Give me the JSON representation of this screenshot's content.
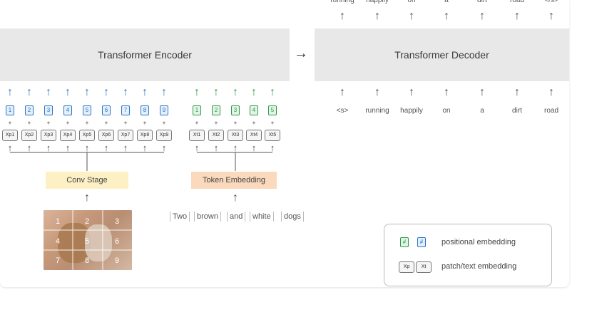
{
  "decoder_outputs": [
    "running",
    "happily",
    "on",
    "a",
    "dirt",
    "road",
    "</s>"
  ],
  "encoder": {
    "title": "Transformer Encoder"
  },
  "connector_arrow": "→",
  "decoder": {
    "title": "Transformer Decoder"
  },
  "decoder_inputs": [
    "<s>",
    "running",
    "happily",
    "on",
    "a",
    "dirt",
    "road"
  ],
  "image_positions": [
    "1",
    "2",
    "3",
    "4",
    "5",
    "6",
    "7",
    "8",
    "9"
  ],
  "image_patches": [
    "Xp1",
    "Xp2",
    "Xp3",
    "Xp4",
    "Xp5",
    "Xp6",
    "Xp7",
    "Xp8",
    "Xp9"
  ],
  "text_positions": [
    "1",
    "2",
    "3",
    "4",
    "5"
  ],
  "text_tokens": [
    "Xt1",
    "Xt2",
    "Xt3",
    "Xt4",
    "Xt5"
  ],
  "conv_stage": {
    "label": "Conv Stage",
    "color": "#fdf0c4"
  },
  "token_embedding": {
    "label": "Token Embedding",
    "color": "#fbd9bd"
  },
  "input_words": [
    "Two",
    "brown",
    "and",
    "white",
    "dogs"
  ],
  "grid_numbers": [
    "1",
    "2",
    "3",
    "4",
    "5",
    "6",
    "7",
    "8",
    "9"
  ],
  "legend": {
    "pos_green": "#",
    "pos_blue": "#",
    "positional_label": "positional embedding",
    "xp": "Xp",
    "xt": "Xt",
    "embedding_label": "patch/text embedding"
  },
  "colors": {
    "blue": "#2b78c7",
    "green": "#2e9a4a",
    "bar_gray": "#e8e8e8"
  }
}
